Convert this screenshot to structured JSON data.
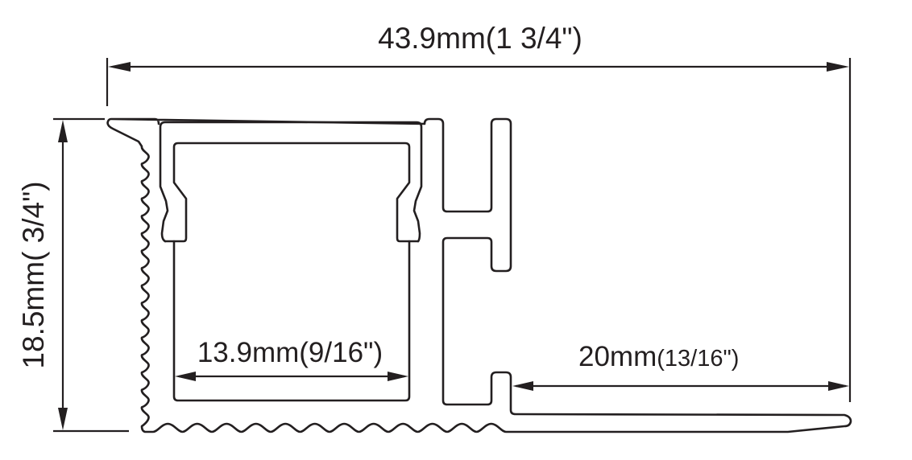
{
  "title": "Aluminium profile cross-section drawing",
  "dimensions": {
    "overall_width": "43.9mm(1 3/4\")",
    "overall_height": "18.5mm( 3/4\")",
    "channel_width": "13.9mm(9/16\")",
    "flange_width_mm": "20mm",
    "flange_width_in": "(13/16\")"
  },
  "colors": {
    "line": "#231f20",
    "background": "#ffffff"
  }
}
